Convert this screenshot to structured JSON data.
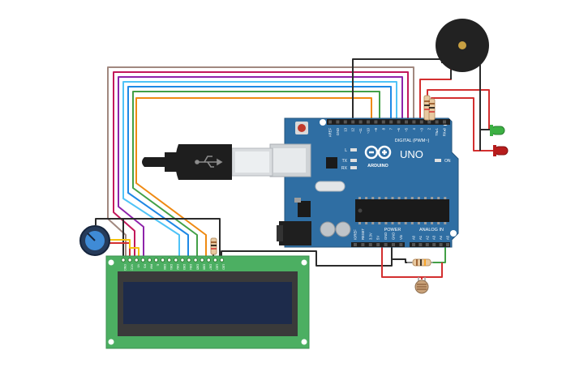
{
  "board": {
    "brand": "UNO",
    "maker": "ARDUINO",
    "digital_label": "DIGITAL (PWM~)",
    "analog_label": "ANALOG IN",
    "power_label": "POWER",
    "on_label": "ON",
    "l_label": "L",
    "tx_label": "TX",
    "rx_label": "RX",
    "digital_pins": [
      "AREF",
      "GND",
      "13",
      "12",
      "~11",
      "~10",
      "~9",
      "8",
      "7",
      "~6",
      "~5",
      "4",
      "~3",
      "2",
      "TX▸1",
      "RX◂0"
    ],
    "power_pins": [
      "IOREF",
      "RESET",
      "3.3V",
      "5V",
      "GND",
      "GND",
      "Vin"
    ],
    "analog_pins": [
      "A0",
      "A1",
      "A2",
      "A3",
      "A4",
      "A5"
    ]
  },
  "lcd": {
    "pins": [
      "GND",
      "VCC",
      "V0",
      "RS",
      "RW",
      "E",
      "DB0",
      "DB1",
      "DB2",
      "DB3",
      "DB4",
      "DB5",
      "DB6",
      "DB7",
      "LED",
      "LED"
    ]
  },
  "colors": {
    "board": "#2f6ea3",
    "board_dark": "#24557e",
    "lcd_pcb": "#4caf62",
    "lcd_screen": "#1d2b4b",
    "wire_black": "#2b2b2b",
    "wire_red": "#d32f2f",
    "wire_orange": "#ef8a12",
    "wire_green": "#43a047",
    "wire_blue": "#1e88e5",
    "wire_cyan": "#4fc3f7",
    "wire_purple": "#8e24aa",
    "wire_magenta": "#c2185b",
    "wire_brown": "#a1887f",
    "wire_yellow": "#f4c20d",
    "led_green": "#3cb043",
    "led_red": "#b71c1c"
  },
  "icons": {
    "usb": "usb-icon",
    "logo": "infinity-logo-icon"
  }
}
